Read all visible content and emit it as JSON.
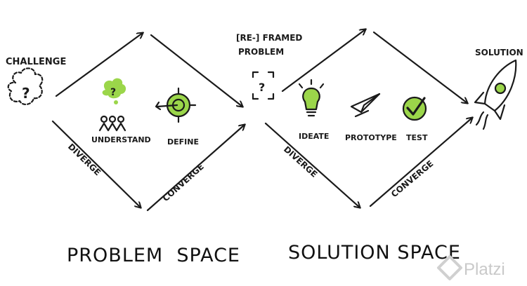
{
  "labels": {
    "challenge": "CHALLENGE",
    "reframed_line1": "[RE-] FRAMED",
    "reframed_line2": "PROBLEM",
    "solution": "SOLUTION",
    "understand": "UNDERSTAND",
    "define": "DEFINE",
    "ideate": "IDEATE",
    "prototype": "PROTOTYPE",
    "test": "TEST",
    "diverge_left": "DIVERGE",
    "converge_left": "CONVERGE",
    "diverge_right": "DIVERGE",
    "converge_right": "CONVERGE",
    "problem_space": "PROBLEM  SPACE",
    "solution_space": "SOLUTION SPACE",
    "question_mark": "?"
  },
  "watermark": {
    "text": "Platzi"
  },
  "colors": {
    "accent": "#9bd64a",
    "ink": "#1a1a1a",
    "watermark": "#c9c9c9"
  },
  "icons": [
    "cloud-question-icon",
    "people-icon",
    "target-icon",
    "frame-question-icon",
    "lightbulb-icon",
    "paper-plane-icon",
    "checkmark-badge-icon",
    "rocket-icon",
    "platzi-logo-icon"
  ]
}
